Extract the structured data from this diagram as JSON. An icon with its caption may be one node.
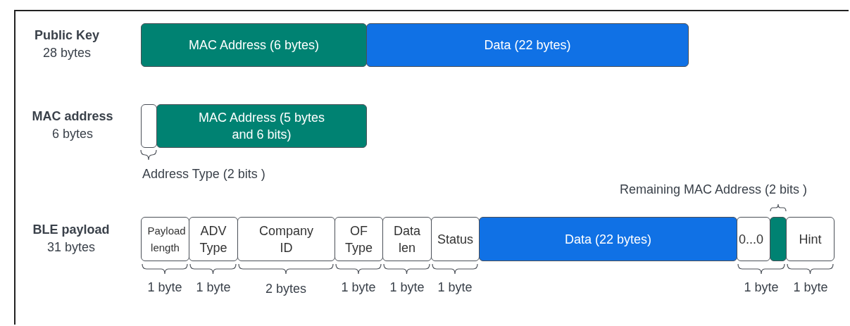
{
  "diagram": {
    "nodes": [
      {
        "text": [
          "MAC Address (6 bytes)"
        ]
      },
      {
        "text": [
          "Data (22 bytes)"
        ]
      },
      {
        "text": [],
        "shape": "box"
      },
      {
        "text": [
          "MAC Address (5 bytes and 6 bits)"
        ]
      },
      {
        "text": [
          "Payload length"
        ]
      },
      {
        "text": [
          "ADV Type"
        ]
      },
      {
        "text": [
          "Company ID"
        ]
      },
      {
        "text": [
          "OF Type"
        ]
      },
      {
        "text": [
          "Data len"
        ]
      },
      {
        "text": [
          "Status"
        ]
      },
      {
        "text": [
          "Data (22 bytes)"
        ]
      },
      {
        "text": [
          "0...0"
        ]
      },
      {
        "text": [],
        "shape": "box"
      },
      {
        "text": [
          "Hint"
        ]
      }
    ],
    "labels": [
      "Public Key",
      "28 bytes",
      "MAC address",
      "6 bytes",
      "Address Type (2 bits )",
      "Remaining MAC Address (2 bits )",
      "BLE payload",
      "31 bytes",
      "1 byte",
      "1 byte",
      "2 bytes",
      "1 byte",
      "1 byte",
      "1 byte",
      "1 byte",
      "1 byte"
    ]
  }
}
